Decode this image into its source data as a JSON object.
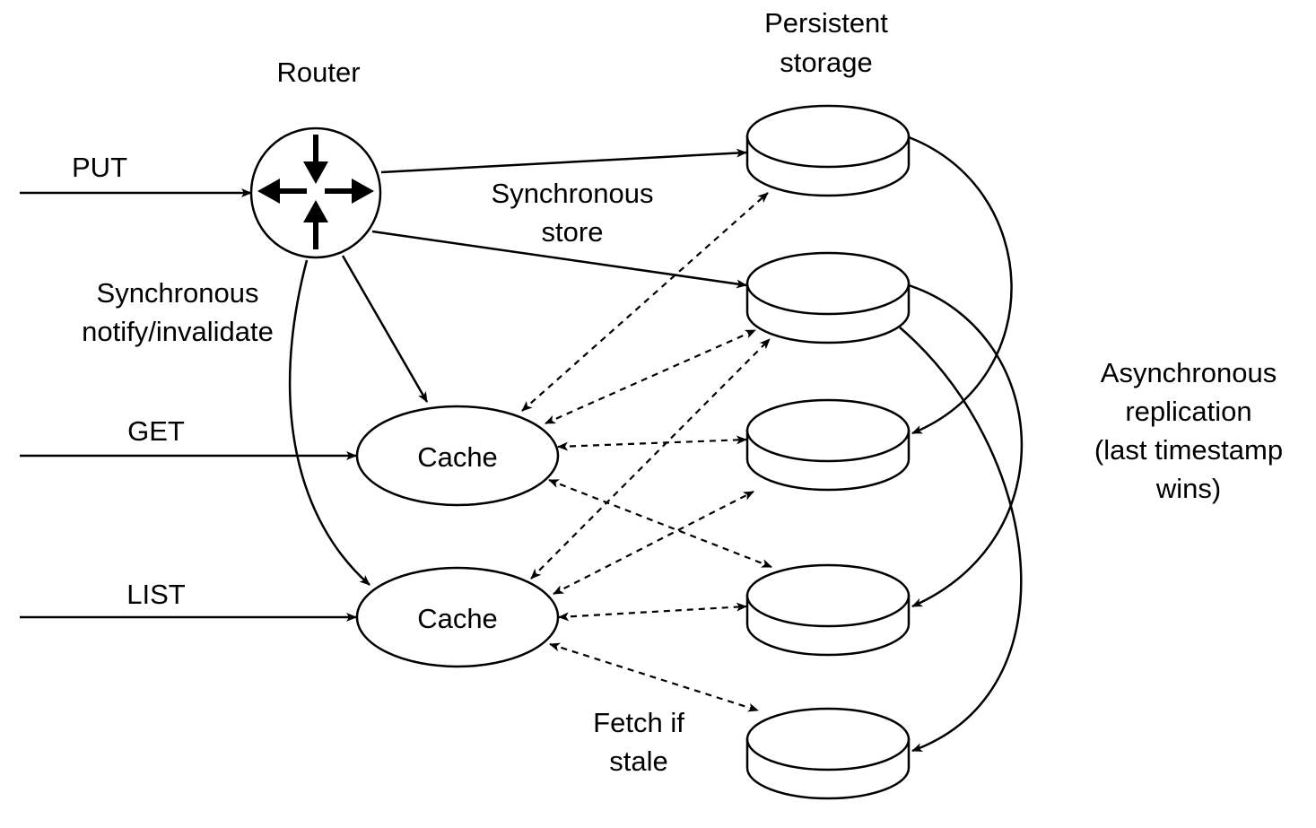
{
  "labels": {
    "router": "Router",
    "persistent_storage_line1": "Persistent",
    "persistent_storage_line2": "storage",
    "put": "PUT",
    "get": "GET",
    "list": "LIST",
    "sync_store_line1": "Synchronous",
    "sync_store_line2": "store",
    "sync_notify_line1": "Synchronous",
    "sync_notify_line2": "notify/invalidate",
    "async_line1": "Asynchronous",
    "async_line2": "replication",
    "async_line3": "(last timestamp",
    "async_line4": "wins)",
    "fetch_line1": "Fetch if",
    "fetch_line2": "stale"
  },
  "caches": [
    {
      "label": "Cache"
    },
    {
      "label": "Cache"
    }
  ],
  "storage_nodes": 5,
  "colors": {
    "stroke": "#000000",
    "background": "#ffffff"
  }
}
